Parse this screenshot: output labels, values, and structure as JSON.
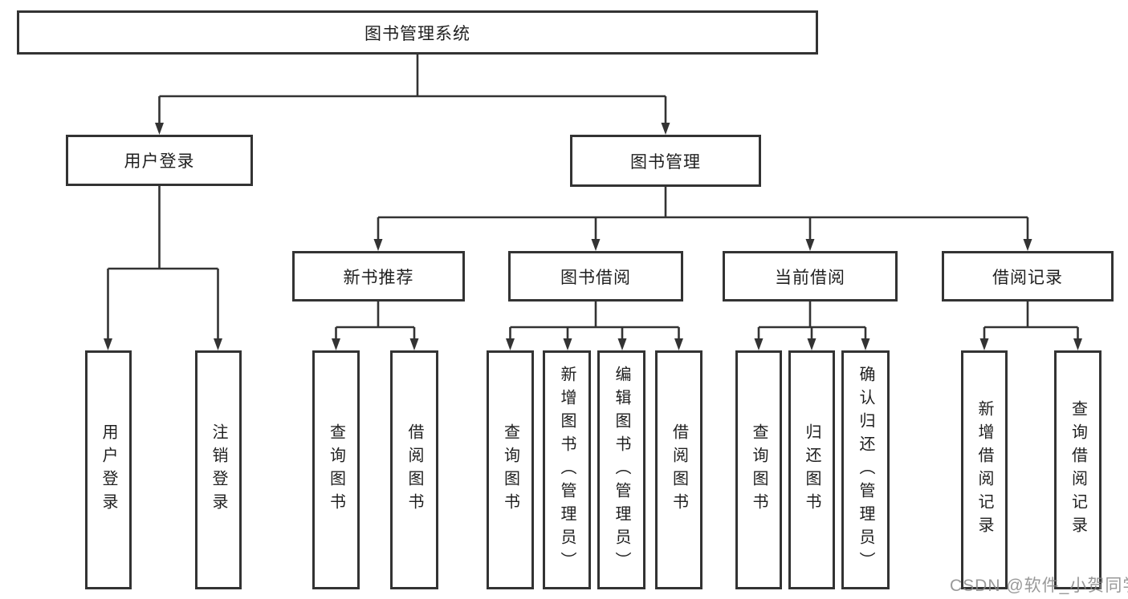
{
  "tree": {
    "label": "图书管理系统",
    "children": [
      {
        "label": "用户登录",
        "children": [
          {
            "label": "用户登录"
          },
          {
            "label": "注销登录"
          }
        ]
      },
      {
        "label": "图书管理",
        "children": [
          {
            "label": "新书推荐",
            "children": [
              {
                "label": "查询图书"
              },
              {
                "label": "借阅图书"
              }
            ]
          },
          {
            "label": "图书借阅",
            "children": [
              {
                "label": "查询图书"
              },
              {
                "label": "新增图书（管理员）"
              },
              {
                "label": "编辑图书（管理员）"
              },
              {
                "label": "借阅图书"
              }
            ]
          },
          {
            "label": "当前借阅",
            "children": [
              {
                "label": "查询图书"
              },
              {
                "label": "归还图书"
              },
              {
                "label": "确认归还（管理员）"
              }
            ]
          },
          {
            "label": "借阅记录",
            "children": [
              {
                "label": "新增借阅记录"
              },
              {
                "label": "查询借阅记录"
              }
            ]
          }
        ]
      }
    ]
  },
  "watermark": {
    "text": "CSDN @软件_小贺同学",
    "color": "#878787"
  },
  "colors": {
    "line": "#333333",
    "box_border": "#333333",
    "box_background": "#ffffff",
    "text": "#1f1f1f",
    "canvas_background": "#ffffff"
  }
}
